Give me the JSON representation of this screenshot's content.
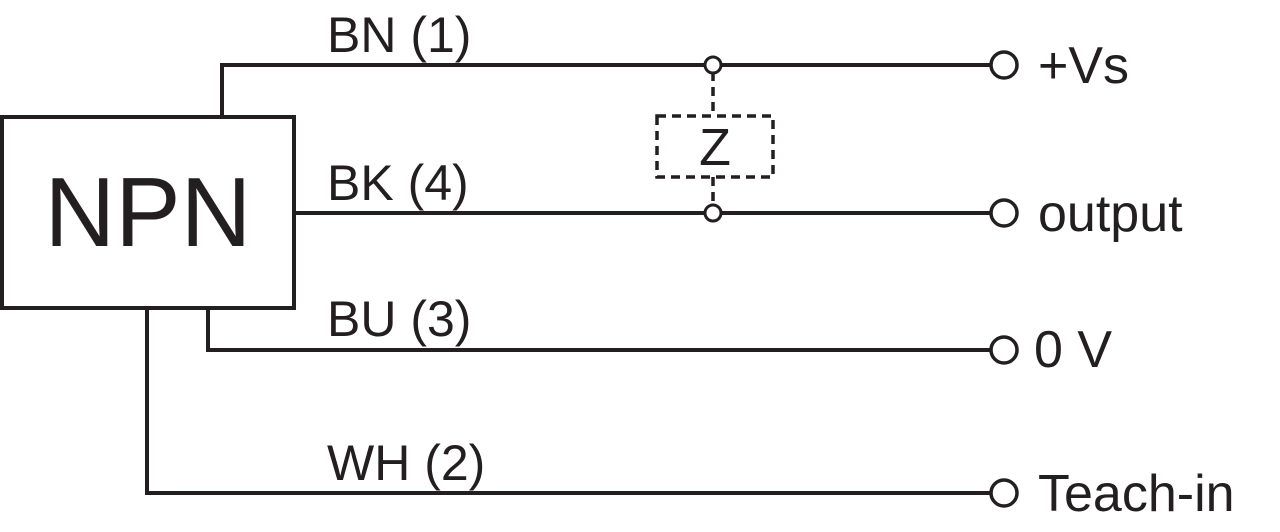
{
  "sensor": {
    "label": "NPN"
  },
  "load": {
    "label": "Z"
  },
  "wires": {
    "bn": {
      "label": "BN (1)",
      "terminal": "+Vs"
    },
    "bk": {
      "label": "BK (4)",
      "terminal": "output"
    },
    "bu": {
      "label": "BU (3)",
      "terminal": "0 V"
    },
    "wh": {
      "label": "WH (2)",
      "terminal": "Teach-in"
    }
  },
  "colors": {
    "line": "#231f20",
    "background": "#ffffff"
  }
}
